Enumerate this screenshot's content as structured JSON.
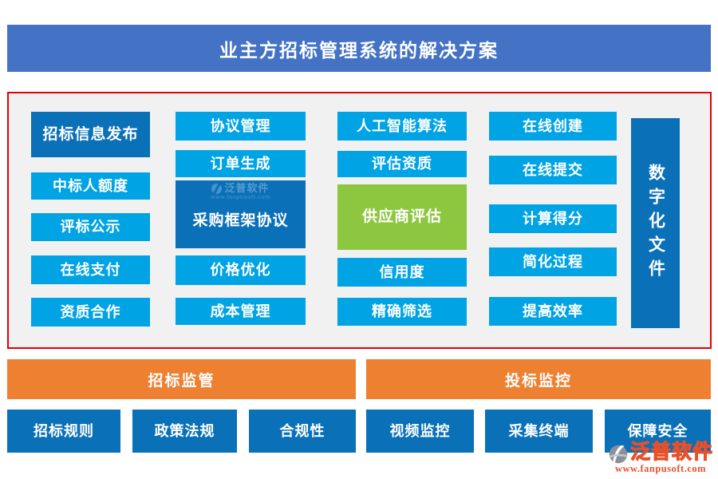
{
  "title": "业主方招标管理系统的解决方案",
  "palette": {
    "title_blue": "#4472C4",
    "light_blue": "#00A3E3",
    "dark_blue": "#0A70B8",
    "green": "#8DC63F",
    "orange": "#EE8032",
    "frame_red": "#E60000"
  },
  "matrix": {
    "columns": [
      {
        "items": [
          {
            "label": "招标信息发布"
          },
          {
            "label": "中标人额度"
          },
          {
            "label": "评标公示"
          },
          {
            "label": "在线支付"
          },
          {
            "label": "资质合作"
          }
        ]
      },
      {
        "items": [
          {
            "label": "协议管理"
          },
          {
            "label": "订单生成"
          },
          {
            "label": "采购框架协议"
          },
          {
            "label": "价格优化"
          },
          {
            "label": "成本管理"
          }
        ]
      },
      {
        "items": [
          {
            "label": "人工智能算法"
          },
          {
            "label": "评估资质"
          },
          {
            "label": "供应商评估"
          },
          {
            "label": "信用度"
          },
          {
            "label": "精确筛选"
          }
        ]
      },
      {
        "items": [
          {
            "label": "在线创建"
          },
          {
            "label": "在线提交"
          },
          {
            "label": "计算得分"
          },
          {
            "label": "简化过程"
          },
          {
            "label": "提高效率"
          }
        ]
      }
    ],
    "vertical_bar": "数字化文件"
  },
  "bottom": {
    "sections": [
      {
        "header": "招标监管",
        "items": [
          "招标规则",
          "政策法规",
          "合规性"
        ]
      },
      {
        "header": "投标监控",
        "items": [
          "视频监控",
          "采集终端",
          "保障安全"
        ]
      }
    ]
  },
  "watermark": {
    "brand": "泛普软件",
    "url": "www.fanpusoft.com"
  }
}
